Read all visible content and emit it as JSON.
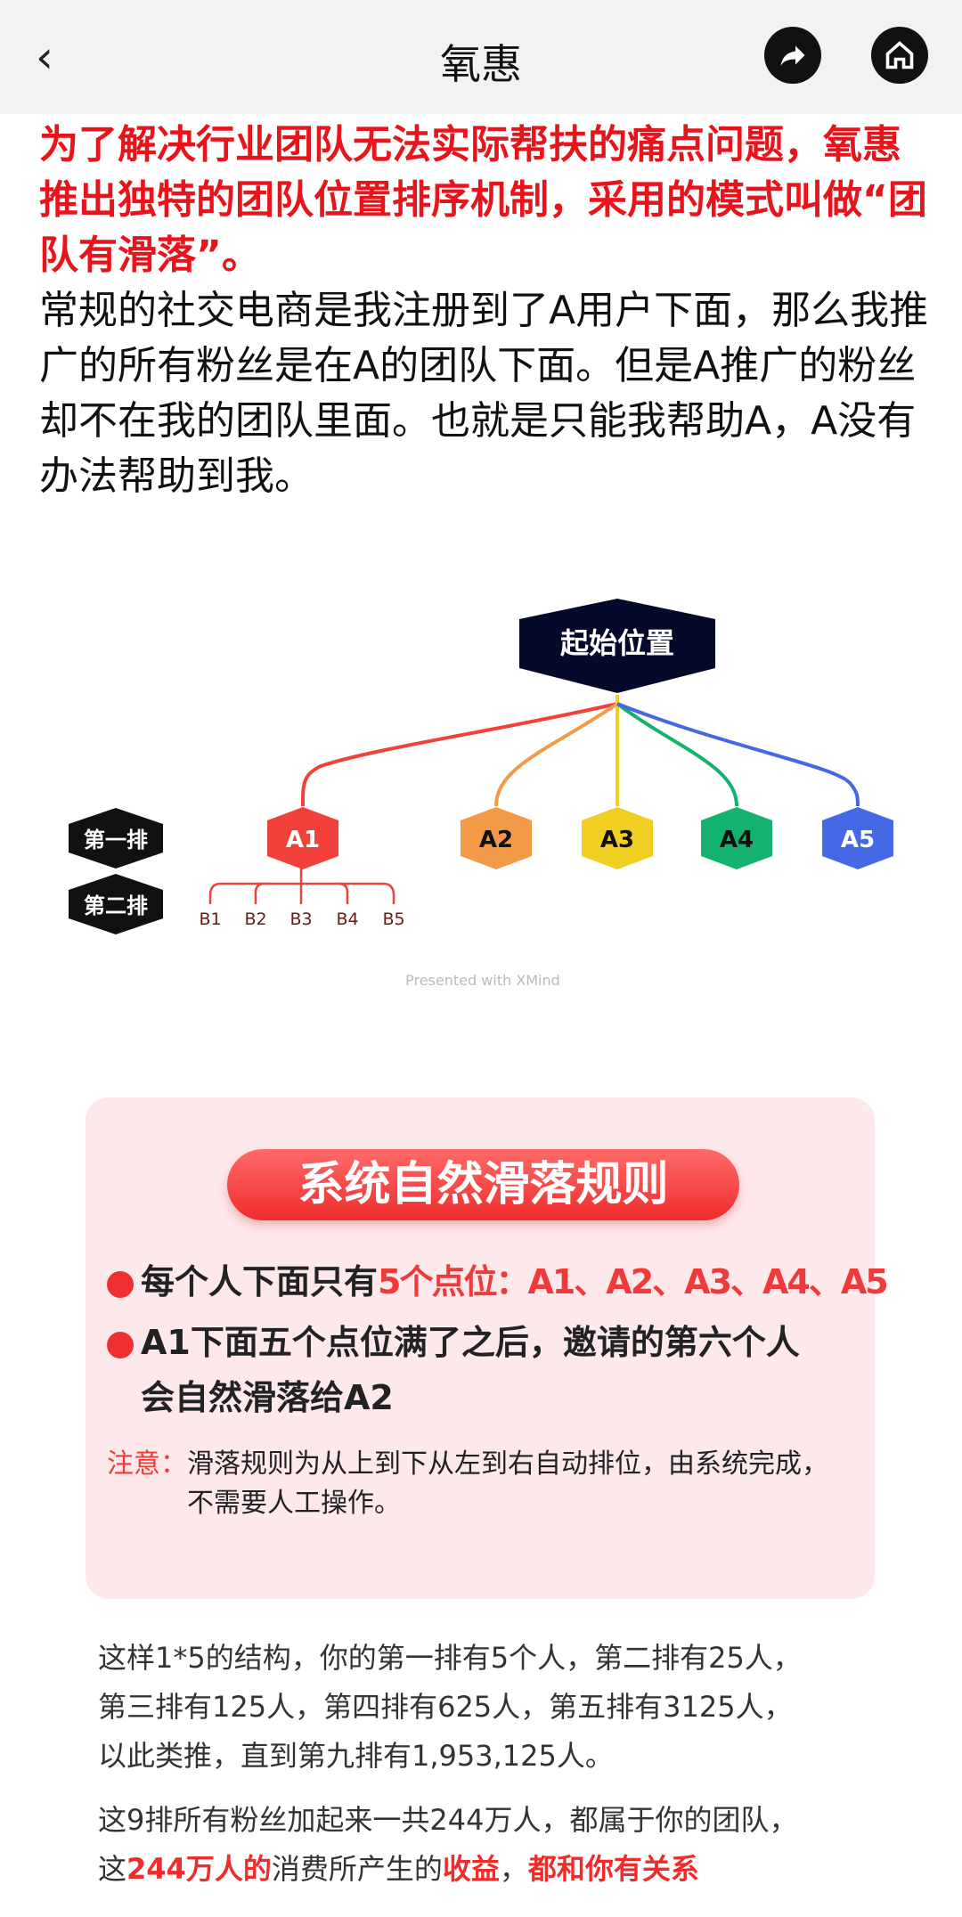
{
  "header": {
    "title": "氧惠",
    "back_icon": "chevron-left-icon",
    "share_icon": "share-icon",
    "home_icon": "home-icon"
  },
  "intro": {
    "red_text": "为了解决行业团队无法实际帮扶的痛点问题，氧惠推出独特的团队位置排序机制，采用的模式叫做“团队有滑落”。",
    "black_text": "常规的社交电商是我注册到了A用户下面，那么我推广的所有粉丝是在A的团队下面。但是A推广的粉丝却不在我的团队里面。也就是只能我帮助A，A没有办法帮助到我。"
  },
  "diagram": {
    "root": "起始位置",
    "row1": "第一排",
    "row2": "第二排",
    "nodes": [
      {
        "label": "A1",
        "color": "#f2403a"
      },
      {
        "label": "A2",
        "color": "#f39a48"
      },
      {
        "label": "A3",
        "color": "#f0cf22"
      },
      {
        "label": "A4",
        "color": "#13b36f"
      },
      {
        "label": "A5",
        "color": "#4569e6"
      }
    ],
    "children": [
      "B1",
      "B2",
      "B3",
      "B4",
      "B5"
    ],
    "watermark": "Presented with XMind"
  },
  "rules": {
    "title": "系统自然滑落规则",
    "bullet1_prefix": "每个人下面只有",
    "bullet1_highlight": "5个点位：A1、A2、A3、A4、A5",
    "bullet2_line1": "A1下面五个点位满了之后，邀请的第六个人",
    "bullet2_line2": "会自然滑落给A2",
    "note_label": "注意：",
    "note_line1": "滑落规则为从上到下从左到右自动排位，由系统完成，",
    "note_line2": "不需要人工操作。"
  },
  "bottom": {
    "line1": "这样1*5的结构，你的第一排有5个人，第二排有25人，",
    "line2": "第三排有125人，第四排有625人，第五排有3125人，",
    "line3": "以此类推，直到第九排有1,953,125人。",
    "line4": "这9排所有粉丝加起来一共244万人，都属于你的团队，",
    "line5_a": "这",
    "line5_b": "244万人的",
    "line5_c": "消费所产生的",
    "line5_d": "收益",
    "line5_e": "，",
    "line5_f": "都和你有关系"
  }
}
